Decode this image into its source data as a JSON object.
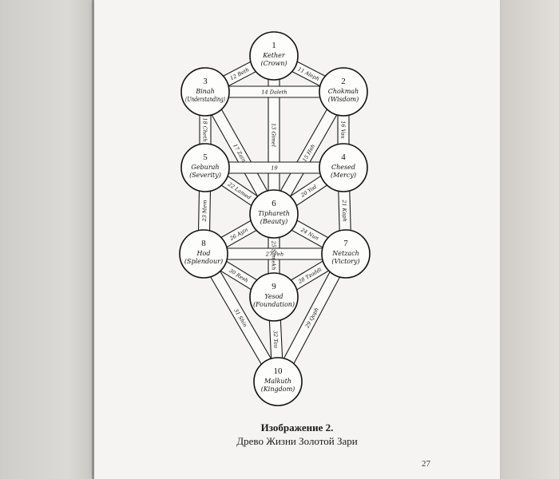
{
  "figure": {
    "caption_title": "Изображение 2.",
    "caption_subtitle": "Древо Жизни Золотой Зари",
    "page_number": "27"
  },
  "sephiroth": [
    {
      "number": "1",
      "name": "Kether",
      "meaning": "(Crown)"
    },
    {
      "number": "2",
      "name": "Chokmah",
      "meaning": "(Wisdom)"
    },
    {
      "number": "3",
      "name": "Binah",
      "meaning": "(Understanding)"
    },
    {
      "number": "4",
      "name": "Chesed",
      "meaning": "(Mercy)"
    },
    {
      "number": "5",
      "name": "Geburah",
      "meaning": "(Severity)"
    },
    {
      "number": "6",
      "name": "Tiphareth",
      "meaning": "(Beauty)"
    },
    {
      "number": "7",
      "name": "Netzach",
      "meaning": "(Victory)"
    },
    {
      "number": "8",
      "name": "Hod",
      "meaning": "(Splendour)"
    },
    {
      "number": "9",
      "name": "Yesod",
      "meaning": "(Foundation)"
    },
    {
      "number": "10",
      "name": "Malkuth",
      "meaning": "(Kingdom)"
    }
  ],
  "paths": [
    {
      "label": "11 Aleph"
    },
    {
      "label": "12 Beth"
    },
    {
      "label": "13 Gimel"
    },
    {
      "label": "14 Daleth"
    },
    {
      "label": "15 Heh"
    },
    {
      "label": "16 Vau"
    },
    {
      "label": "17 Zain"
    },
    {
      "label": "18 Cheth"
    },
    {
      "label": "19"
    },
    {
      "label": "20 Yod"
    },
    {
      "label": "21 Kaph"
    },
    {
      "label": "22 Lamed"
    },
    {
      "label": "23 Mem"
    },
    {
      "label": "24 Nun"
    },
    {
      "label": "25 Samekh"
    },
    {
      "label": "26 Ayin"
    },
    {
      "label": "27 Peh"
    },
    {
      "label": "28 Tzaddi"
    },
    {
      "label": "29 Qoph"
    },
    {
      "label": "30 Resh"
    },
    {
      "label": "31 Shin"
    },
    {
      "label": "32 Tau"
    }
  ]
}
